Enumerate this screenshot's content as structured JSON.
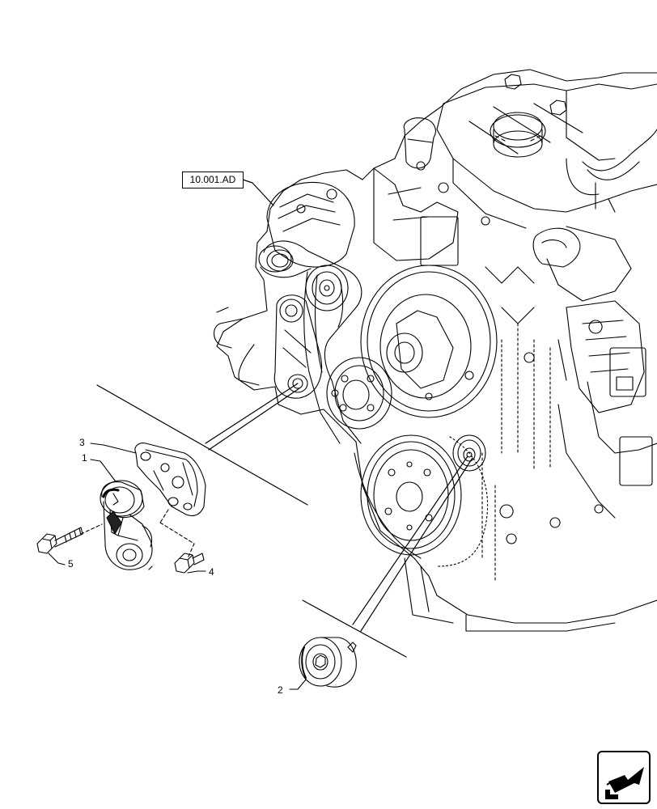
{
  "diagram": {
    "reference_label": "10.001.AD",
    "callouts": [
      {
        "id": "1",
        "text": "1"
      },
      {
        "id": "2",
        "text": "2"
      },
      {
        "id": "3",
        "text": "3"
      },
      {
        "id": "4",
        "text": "4"
      },
      {
        "id": "5",
        "text": "5"
      }
    ]
  },
  "navigation": {
    "icon": "arrow-back-icon"
  }
}
